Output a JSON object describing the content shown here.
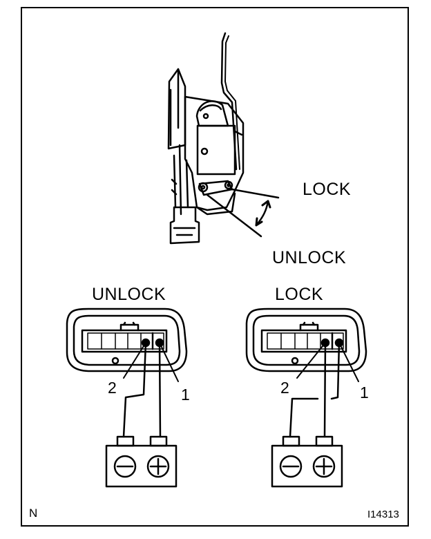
{
  "labels": {
    "mechanism_lock": "LOCK",
    "mechanism_unlock": "UNLOCK",
    "left_connector_title": "UNLOCK",
    "right_connector_title": "LOCK",
    "left_pin2": "2",
    "left_pin1": "1",
    "right_pin2": "2",
    "right_pin1": "1",
    "corner_left": "N",
    "corner_right": "I14313"
  },
  "icons": {
    "battery_negative": "minus-circle-icon",
    "battery_positive": "plus-circle-icon"
  },
  "colors": {
    "line": "#000000",
    "background": "#ffffff"
  }
}
